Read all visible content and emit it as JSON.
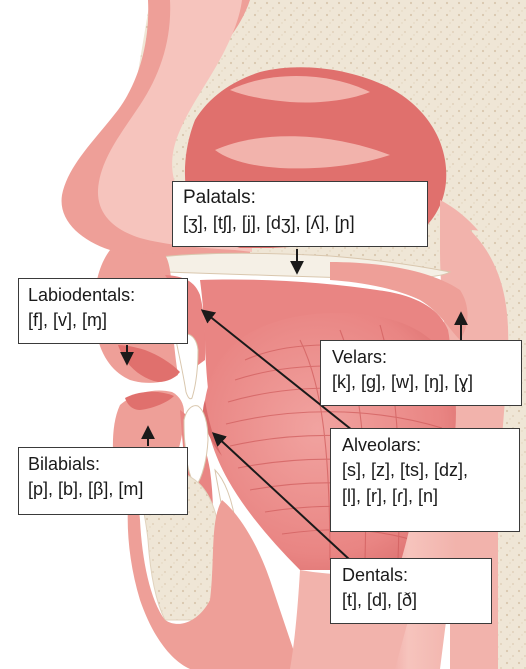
{
  "labels": {
    "palatals": {
      "title": "Palatals:",
      "sounds": "[ʒ], [tʃ], [j], [dʒ], [ʎ], [ɲ]"
    },
    "labiodentals": {
      "title": "Labiodentals:",
      "sounds": "[f], [v], [ɱ]"
    },
    "velars": {
      "title": "Velars:",
      "sounds": "[k], [g], [w], [ŋ], [ɣ]"
    },
    "alveolars": {
      "title": "Alveolars:",
      "sounds_line1": "[s], [z], [ts], [dz],",
      "sounds_line2": "[l], [r], [ɾ], [n]"
    },
    "bilabials": {
      "title": "Bilabials:",
      "sounds": "[p], [b], [β], [m]"
    },
    "dentals": {
      "title": "Dentals:",
      "sounds": "[t], [d], [ð]"
    }
  },
  "colors": {
    "bone": "#efe6d6",
    "bone_dot": "#d9c7ae",
    "tissue_light": "#f6c4bd",
    "tissue_mid": "#ee9f98",
    "tissue_dark": "#e0706d",
    "tongue": "#e98583",
    "tongue_line": "#d15f5f",
    "outline": "#b94c4c",
    "arrow": "#1a1a1a"
  }
}
